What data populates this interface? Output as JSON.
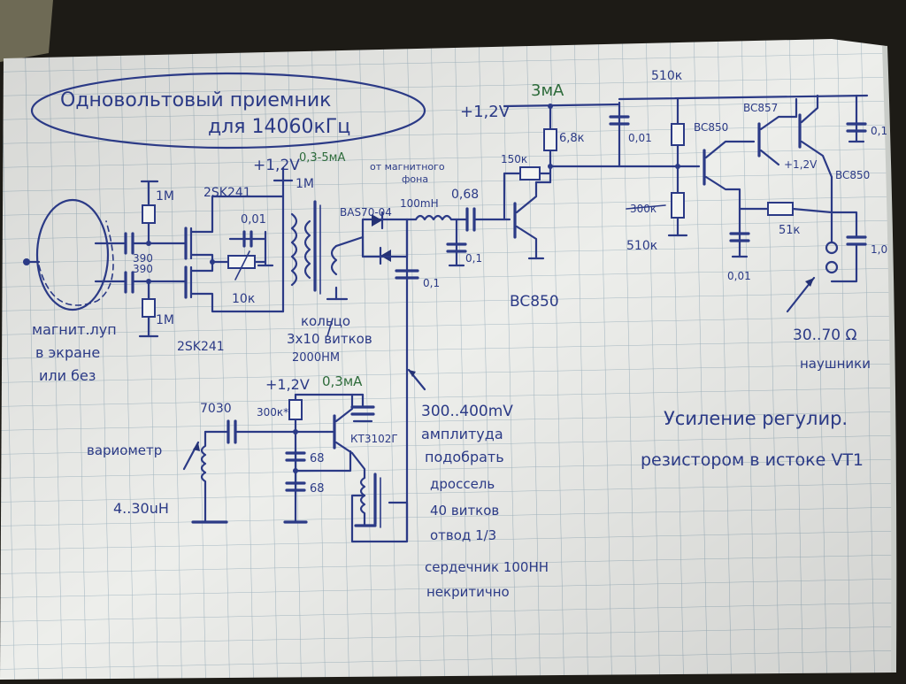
{
  "title": {
    "line1": "Одновольтовый приемник",
    "line2": "для 14060кГц"
  },
  "supply": {
    "front": "+1,2V",
    "front_current": "0,3-5мA",
    "audio": "+1,2V",
    "audio_current": "3мA",
    "vfo": "+1,2V",
    "vfo_current": "0,3мA",
    "output": "+1,2V"
  },
  "input_stage": {
    "loop_note": [
      "магнит.луп",
      "в экране",
      "или без"
    ],
    "res_top": "1М",
    "res_bottom": "1М",
    "cap_a": "390",
    "cap_b": "390",
    "fet_top": "2SK241",
    "fet_bottom": "2SK241",
    "cap_001": "0,01",
    "pot": "10к",
    "drain_res": "1М",
    "coil_note": [
      "кольцо",
      "3х10 витков",
      "2000НМ"
    ]
  },
  "mixer": {
    "diode": "BAS70-04",
    "note": [
      "от магнитного",
      "фона"
    ],
    "choke": "100mH",
    "cap_068": "0,68",
    "cap_01a": "0,1",
    "cap_01b": "0,1",
    "lo_amplitude": [
      "300..400mV",
      "амплитуда",
      "подобрать"
    ]
  },
  "audio_amp": {
    "bjt1": "BC850",
    "r150": "150к",
    "r68": "6,8к",
    "c001": "0,01",
    "r510a": "510к",
    "r300_struck": "300к",
    "r510b": "510к",
    "bjt2": "BC850",
    "bjt3": "BC857",
    "bjt4": "BC850",
    "c01": "0,1",
    "c001b": "0,01",
    "r51": "51к",
    "c10": "1,0",
    "phones_ohm": "30..70 Ω",
    "phones": "наушники"
  },
  "vfo": {
    "cap_7030": "7030",
    "varometer": "вариометр",
    "l_range": "4..30uH",
    "r300": "300к*",
    "bjt": "КТ3102Г",
    "c68a": "68",
    "c68b": "68",
    "choke_note": [
      "дроссель",
      "40 витков",
      "отвод 1/3",
      "сердечник 100НН",
      "некритично"
    ]
  },
  "side_note": [
    "Усиление регулир.",
    "резистором в истоке VT1"
  ],
  "colors": {
    "paper": "#ecedea",
    "grid": "#9fb4bf",
    "ink": "#2b3a86",
    "green_ink": "#2d6b3a"
  }
}
